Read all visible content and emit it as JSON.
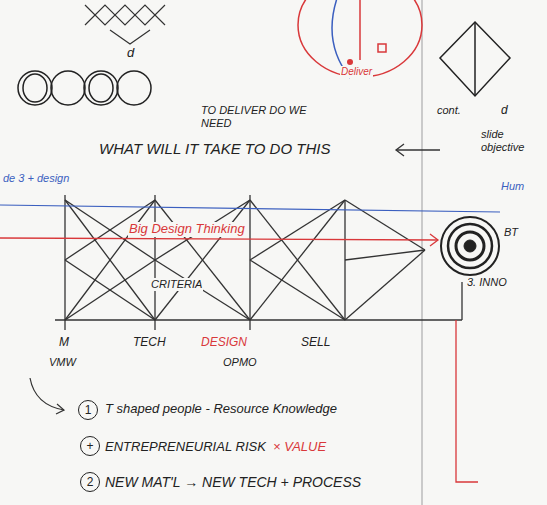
{
  "diagram": {
    "nodes": [
      {
        "text": [
          "1"
        ]
      },
      {
        "text": [
          "+"
        ]
      },
      {
        "text": [
          "2"
        ]
      }
    ],
    "labels": [
      "d",
      "Deliver",
      "TO DELIVER DO WE NEED",
      "WHAT WILL IT TAKE TO DO THIS",
      "cont.",
      "d",
      "slide objective",
      "de 3 + design",
      "Hum",
      "Big Design Thinking",
      "BT",
      "CRITERIA",
      "3. INNO",
      "M",
      "TECH",
      "DESIGN",
      "SELL",
      "VMW",
      "OPMO",
      "T shaped people - Resource Knowledge",
      "ENTREPRENEURIAL RISK",
      "× VALUE",
      "NEW MAT'L → NEW TECH + PROCESS"
    ]
  }
}
